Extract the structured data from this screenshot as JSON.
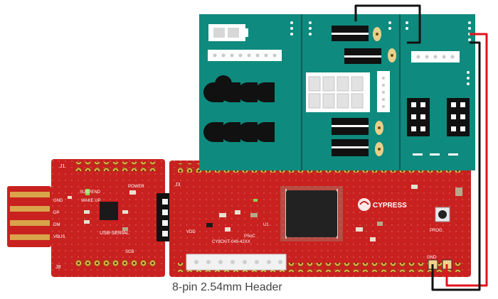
{
  "caption": "8-pin 2.54mm Header",
  "labels": {
    "brand": "CYPRESS",
    "board_id": "CY8CKIT-049-42XX",
    "usb_serial": "USB-SERIAL",
    "suspend": "SUSPEND",
    "wake_up": "WAKE UP",
    "power": "POWER",
    "gnd": "GND",
    "dp": "DP",
    "dm": "DM",
    "vbus": "VBUS",
    "scb": "SCB",
    "psoc": "PSoC",
    "prog": "PROG",
    "vdd": "VDD",
    "j1": "J1",
    "j3": "J3",
    "j8": "J8",
    "u1": "U1"
  },
  "colors": {
    "pcb_red": "#c8211f",
    "shield_teal": "#0f8a7e",
    "wire_red": "#e3121b",
    "wire_black": "#111111"
  }
}
